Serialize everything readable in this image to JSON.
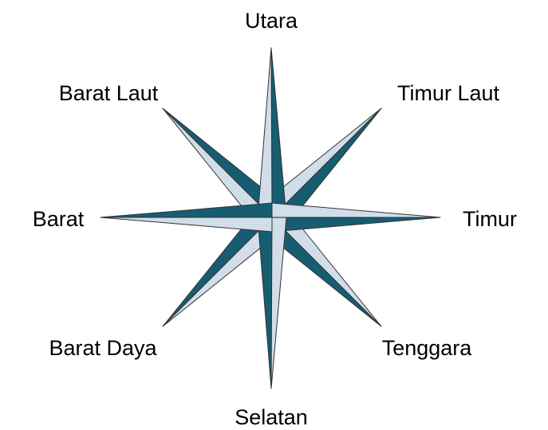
{
  "compass": {
    "north": "Utara",
    "northeast": "Timur Laut",
    "east": "Timur",
    "southeast": "Tenggara",
    "south": "Selatan",
    "southwest": "Barat Daya",
    "west": "Barat",
    "northwest": "Barat Laut"
  },
  "colors": {
    "dark": "#165d72",
    "light": "#d1dde9",
    "outline": "#333333"
  }
}
